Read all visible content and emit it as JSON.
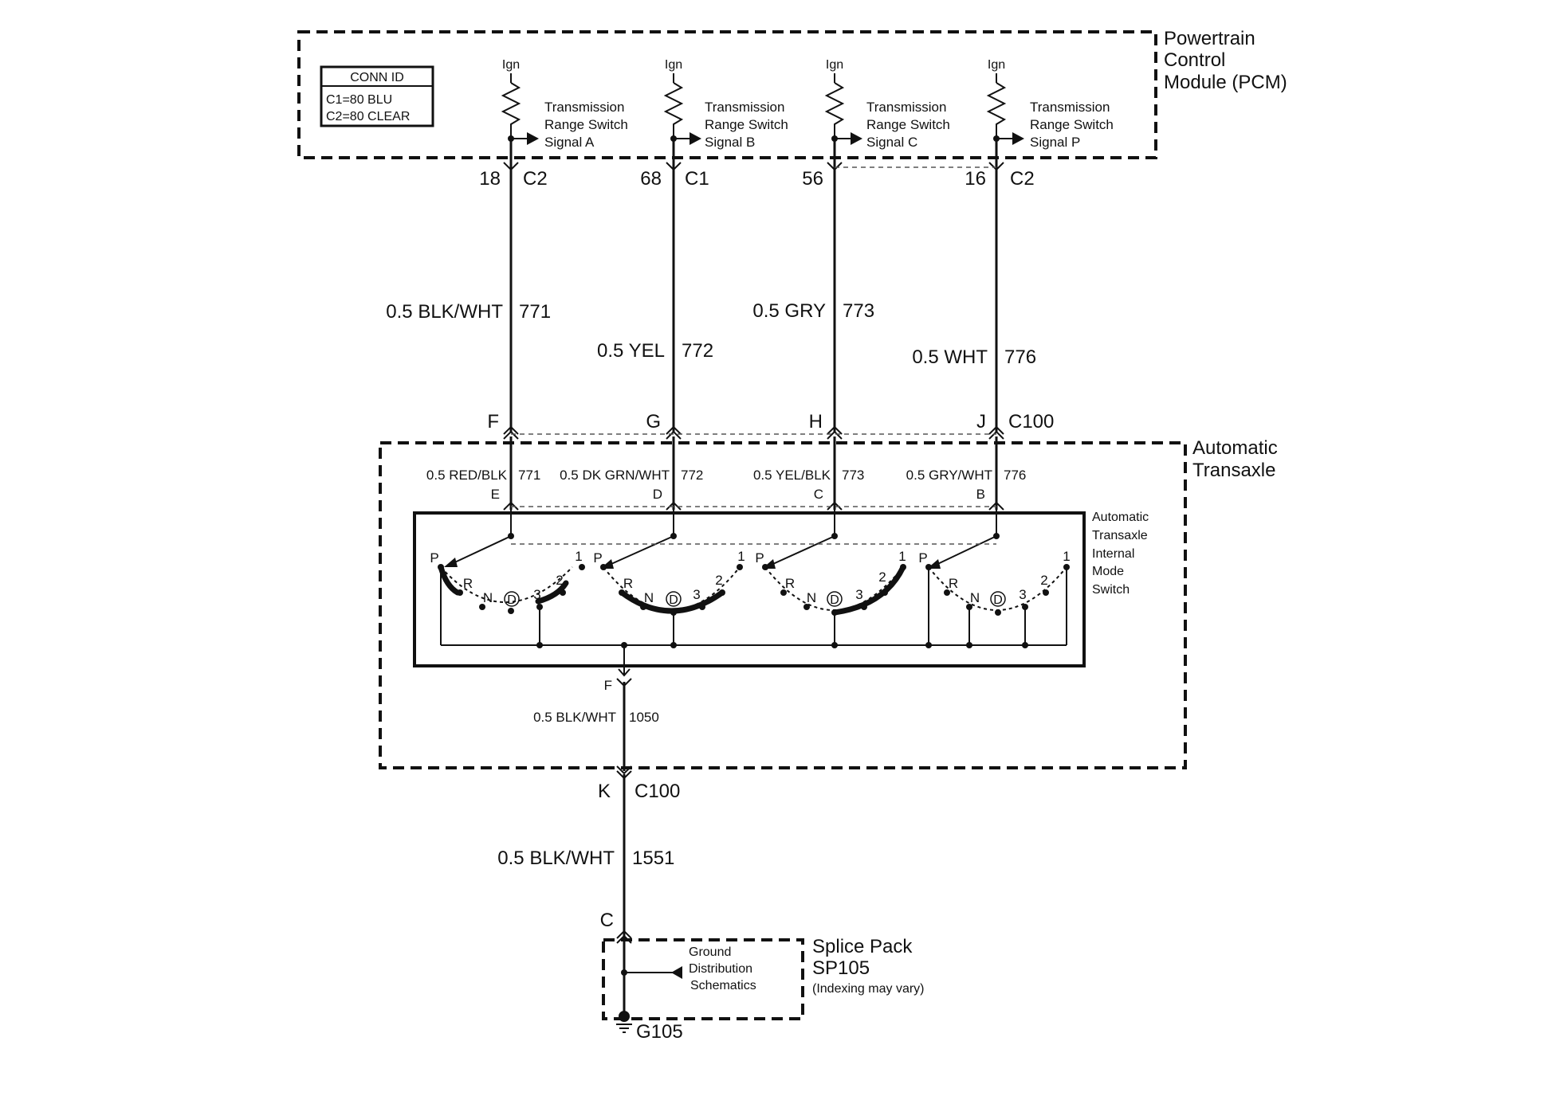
{
  "pcm": {
    "title_lines": [
      "Powertrain",
      "Control",
      "Module (PCM)"
    ],
    "conn_id": {
      "header": "CONN ID",
      "lines": [
        "C1=80 BLU",
        "C2=80 CLEAR"
      ]
    },
    "signals": [
      {
        "ign": "Ign",
        "lines": [
          "Transmission",
          "Range Switch",
          "Signal A"
        ],
        "pin": "18",
        "connector": "C2",
        "wire_size_color": "0.5 BLK/WHT",
        "circuit": "771",
        "c100_pin": "F"
      },
      {
        "ign": "Ign",
        "lines": [
          "Transmission",
          "Range Switch",
          "Signal B"
        ],
        "pin": "68",
        "connector": "C1",
        "wire_size_color": "0.5 YEL",
        "circuit": "772",
        "c100_pin": "G"
      },
      {
        "ign": "Ign",
        "lines": [
          "Transmission",
          "Range Switch",
          "Signal C"
        ],
        "pin": "56",
        "connector": "",
        "wire_size_color": "0.5 GRY",
        "circuit": "773",
        "c100_pin": "H"
      },
      {
        "ign": "Ign",
        "lines": [
          "Transmission",
          "Range Switch",
          "Signal P"
        ],
        "pin": "16",
        "connector": "C2",
        "wire_size_color": "0.5 WHT",
        "circuit": "776",
        "c100_pin": "J"
      }
    ]
  },
  "c100_top_label": "C100",
  "transaxle": {
    "title_lines": [
      "Automatic",
      "Transaxle"
    ],
    "internal_wires": [
      {
        "wire": "0.5 RED/BLK",
        "circuit": "771",
        "pin": "E"
      },
      {
        "wire": "0.5 DK GRN/WHT",
        "circuit": "772",
        "pin": "D"
      },
      {
        "wire": "0.5 YEL/BLK",
        "circuit": "773",
        "pin": "C"
      },
      {
        "wire": "0.5 GRY/WHT",
        "circuit": "776",
        "pin": "B"
      }
    ],
    "switch_label_lines": [
      "Automatic",
      "Transaxle",
      "Internal",
      "Mode",
      "Switch"
    ],
    "positions": [
      "P",
      "R",
      "N",
      "D",
      "3",
      "2",
      "1"
    ],
    "ground_pin": "F",
    "ground_wire": "0.5 BLK/WHT",
    "ground_circuit": "1050"
  },
  "c100_bottom": {
    "pin": "K",
    "label": "C100"
  },
  "bottom_wire": {
    "wire": "0.5 BLK/WHT",
    "circuit": "1551"
  },
  "splice": {
    "pin": "C",
    "title_lines": [
      "Splice Pack",
      "SP105"
    ],
    "note": "(Indexing may vary)",
    "ref_lines": [
      "Ground",
      "Distribution",
      "Schematics"
    ]
  },
  "ground": "G105"
}
